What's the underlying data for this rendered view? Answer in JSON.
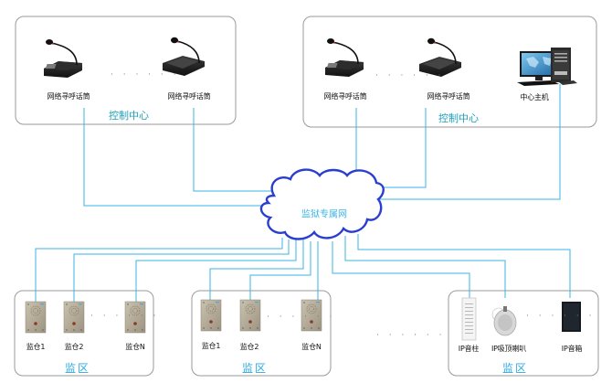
{
  "colors": {
    "link_line": "#3ab4e8",
    "cloud_stroke": "#2a3fd0",
    "zone_title_control": "#20a0b8",
    "zone_title_area": "#2aa8e0",
    "box_border": "#9a9a9a"
  },
  "network": {
    "label": "监狱专属网",
    "icon": "cloud-icon"
  },
  "control_center_left": {
    "title": "控制中心",
    "ellipsis": "· · · · · ·",
    "devices": [
      {
        "label": "网络寻呼话筒",
        "icon": "desktop-paging-microphone-icon"
      },
      {
        "label": "网络寻呼话筒",
        "icon": "touchscreen-paging-microphone-icon"
      }
    ]
  },
  "control_center_right": {
    "title": "控制中心",
    "ellipsis": "· · · · · ·",
    "devices": [
      {
        "label": "网络寻呼话筒",
        "icon": "desktop-paging-microphone-icon"
      },
      {
        "label": "网络寻呼话筒",
        "icon": "touchscreen-paging-microphone-icon"
      },
      {
        "label": "中心主机",
        "icon": "desktop-computer-icon"
      }
    ]
  },
  "areas": [
    {
      "title": "监区",
      "ellipsis": "· · · · · ·",
      "devices": [
        {
          "label": "监仓1",
          "icon": "intercom-panel-icon"
        },
        {
          "label": "监仓2",
          "icon": "intercom-panel-icon"
        },
        {
          "label": "监仓N",
          "icon": "intercom-panel-icon"
        }
      ]
    },
    {
      "title": "监区",
      "ellipsis": "· · · · · ·",
      "devices": [
        {
          "label": "监仓1",
          "icon": "intercom-panel-icon"
        },
        {
          "label": "监仓2",
          "icon": "intercom-panel-icon"
        },
        {
          "label": "监仓N",
          "icon": "intercom-panel-icon"
        }
      ]
    },
    {
      "title": "监区",
      "ellipsis": "· · · · · ·",
      "devices": [
        {
          "label": "IP音柱",
          "icon": "column-speaker-icon"
        },
        {
          "label": "IP吸顶喇叭",
          "icon": "ceiling-speaker-icon"
        },
        {
          "label": "IP音箱",
          "icon": "box-speaker-icon"
        }
      ]
    }
  ],
  "between_areas_ellipsis": "· · · · · ·"
}
